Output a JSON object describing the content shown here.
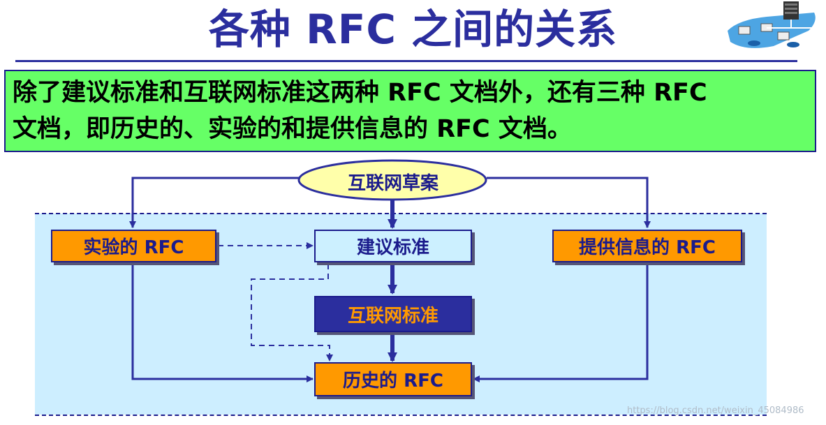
{
  "title": "各种 RFC 之间的关系",
  "intro_line1": "除了建议标准和互联网标准这两种 RFC 文档外，还有三种 RFC",
  "intro_line2": "文档，即历史的、实验的和提供信息的 RFC 文档。",
  "nodes": {
    "draft": "互联网草案",
    "experimental": "实验的 RFC",
    "proposed": "建议标准",
    "informational": "提供信息的 RFC",
    "standard": "互联网标准",
    "historic": "历史的 RFC"
  },
  "watermark": "https://blog.csdn.net/weixin_45084986",
  "colors": {
    "title": "#2b2e9e",
    "intro_bg": "#66ff66",
    "band_bg": "#cdeeff",
    "orange": "#ff9900",
    "navy": "#2b2e9e",
    "ellipse": "#ffffaa"
  },
  "icons": [
    "network-icon"
  ]
}
